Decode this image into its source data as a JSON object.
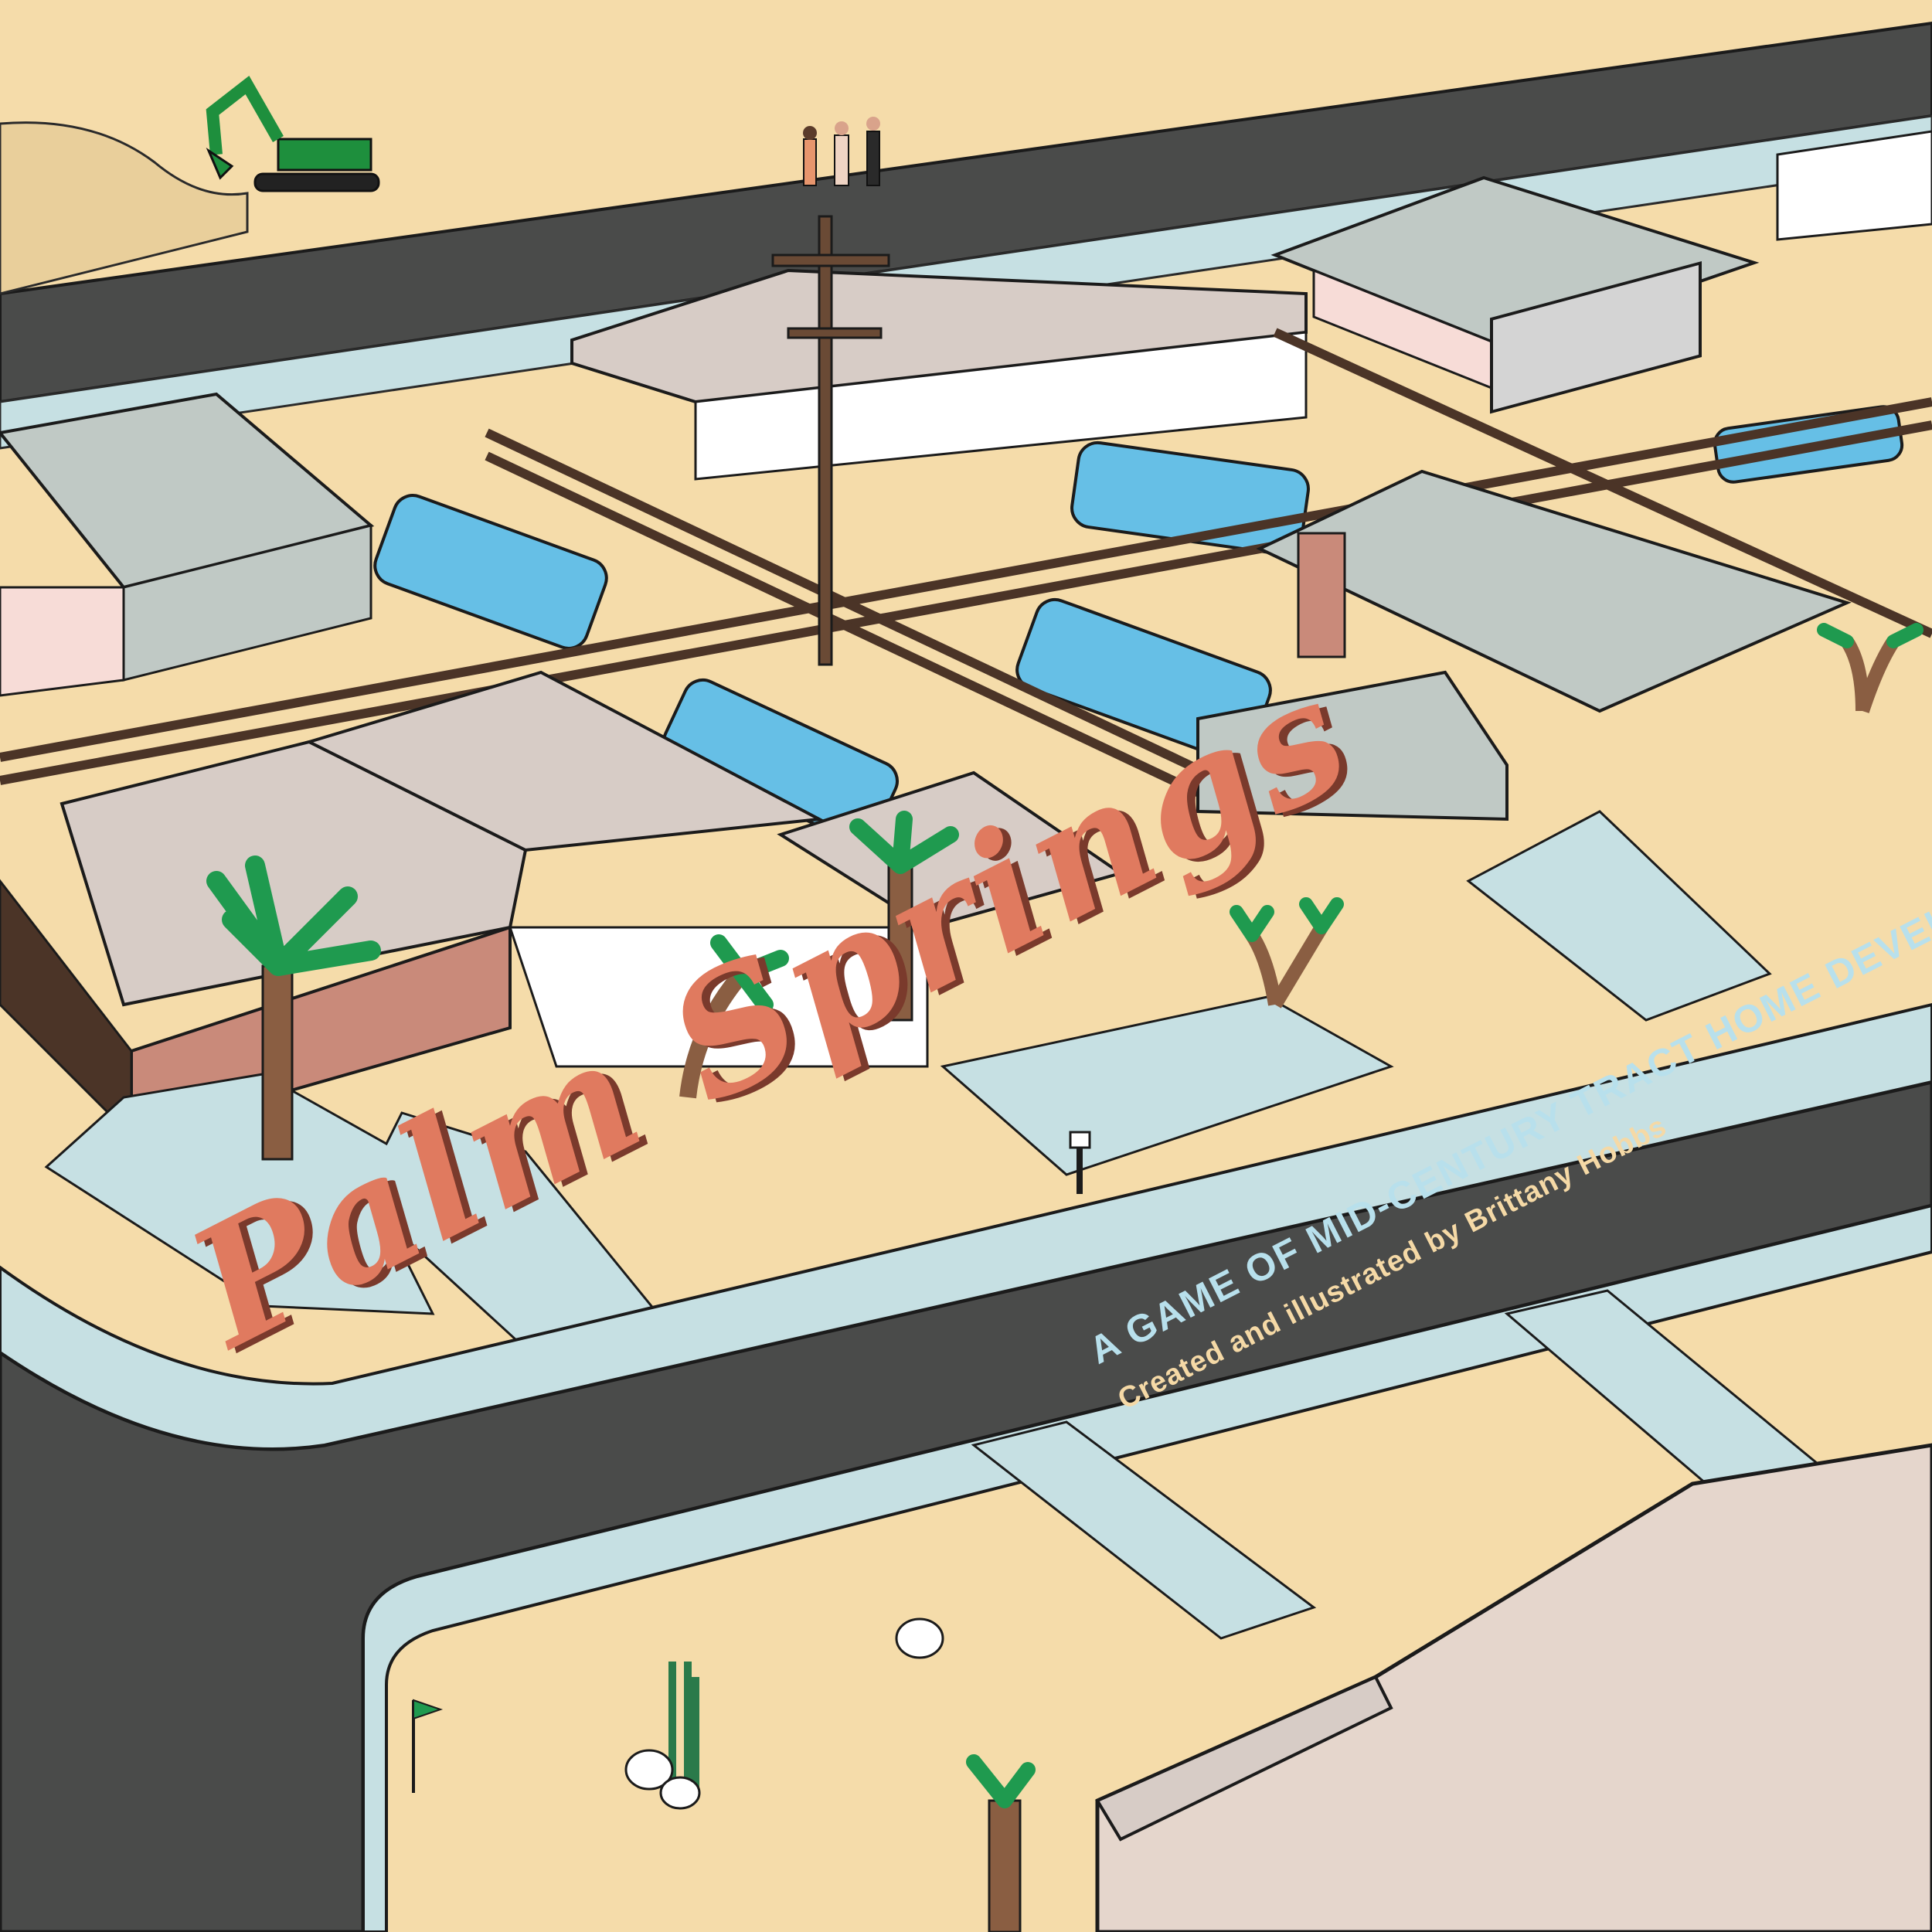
{
  "cover": {
    "title": "Palm Springs",
    "subtitle": "A GAME OF MID-CENTURY TRACT HOME DEVELOPMENT",
    "credit": "Created and illustrated by Brittany Hobbs"
  },
  "palette": {
    "sand": "#f5dcaa",
    "road": "#4a4b4a",
    "sidewalk": "#c6e0e3",
    "roof_gray": "#c0c9c5",
    "roof_tan": "#d7ccc6",
    "pool": "#66bfe6",
    "fence": "#4b3427",
    "palm_green": "#1f9a4f",
    "trunk": "#6a4a35",
    "title_color": "#e07a5f",
    "subtitle_color": "#b8e0ec",
    "credit_color": "#f5d9a6",
    "excavator": "#1e8f3d"
  },
  "illustration": {
    "elements": [
      "excavator-icon",
      "surveyors-group",
      "utility-pole",
      "mailbox-icon",
      "cactus-icon",
      "rocks-icon",
      "flag-marker-icon"
    ]
  }
}
